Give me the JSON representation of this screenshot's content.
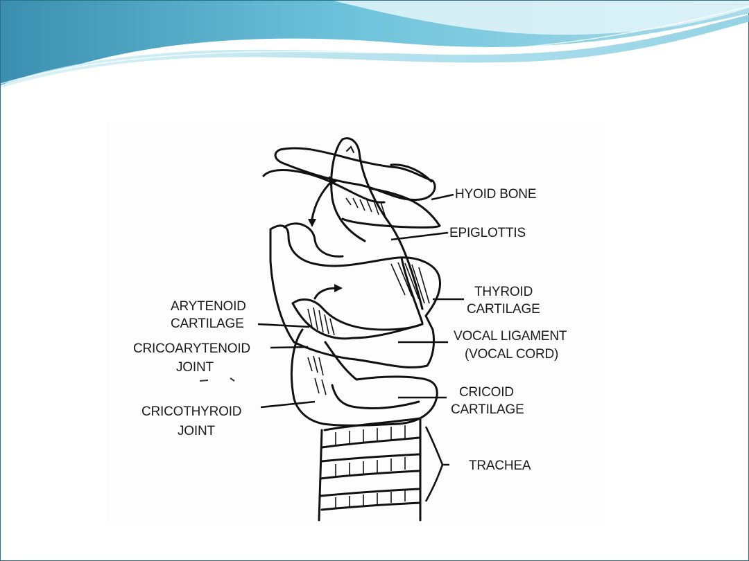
{
  "slide": {
    "theme_colors": {
      "wave_dark": "#3a8fb0",
      "wave_mid": "#6cc2da",
      "wave_light": "#bfe6f0"
    }
  },
  "diagram": {
    "labels": {
      "hyoid_bone": "HYOID BONE",
      "epiglottis": "EPIGLOTTIS",
      "thyroid_cartilage_1": "THYROID",
      "thyroid_cartilage_2": "CARTILAGE",
      "arytenoid_cartilage_1": "ARYTENOID",
      "arytenoid_cartilage_2": "CARTILAGE",
      "vocal_ligament_1": "VOCAL LIGAMENT",
      "vocal_ligament_2": "(VOCAL CORD)",
      "cricoarytenoid_joint_1": "CRICOARYTENOID",
      "cricoarytenoid_joint_2": "JOINT",
      "cricoid_cartilage_1": "CRICOID",
      "cricoid_cartilage_2": "CARTILAGE",
      "cricothyroid_joint_1": "CRICOTHYROID",
      "cricothyroid_joint_2": "JOINT",
      "trachea": "TRACHEA"
    }
  }
}
